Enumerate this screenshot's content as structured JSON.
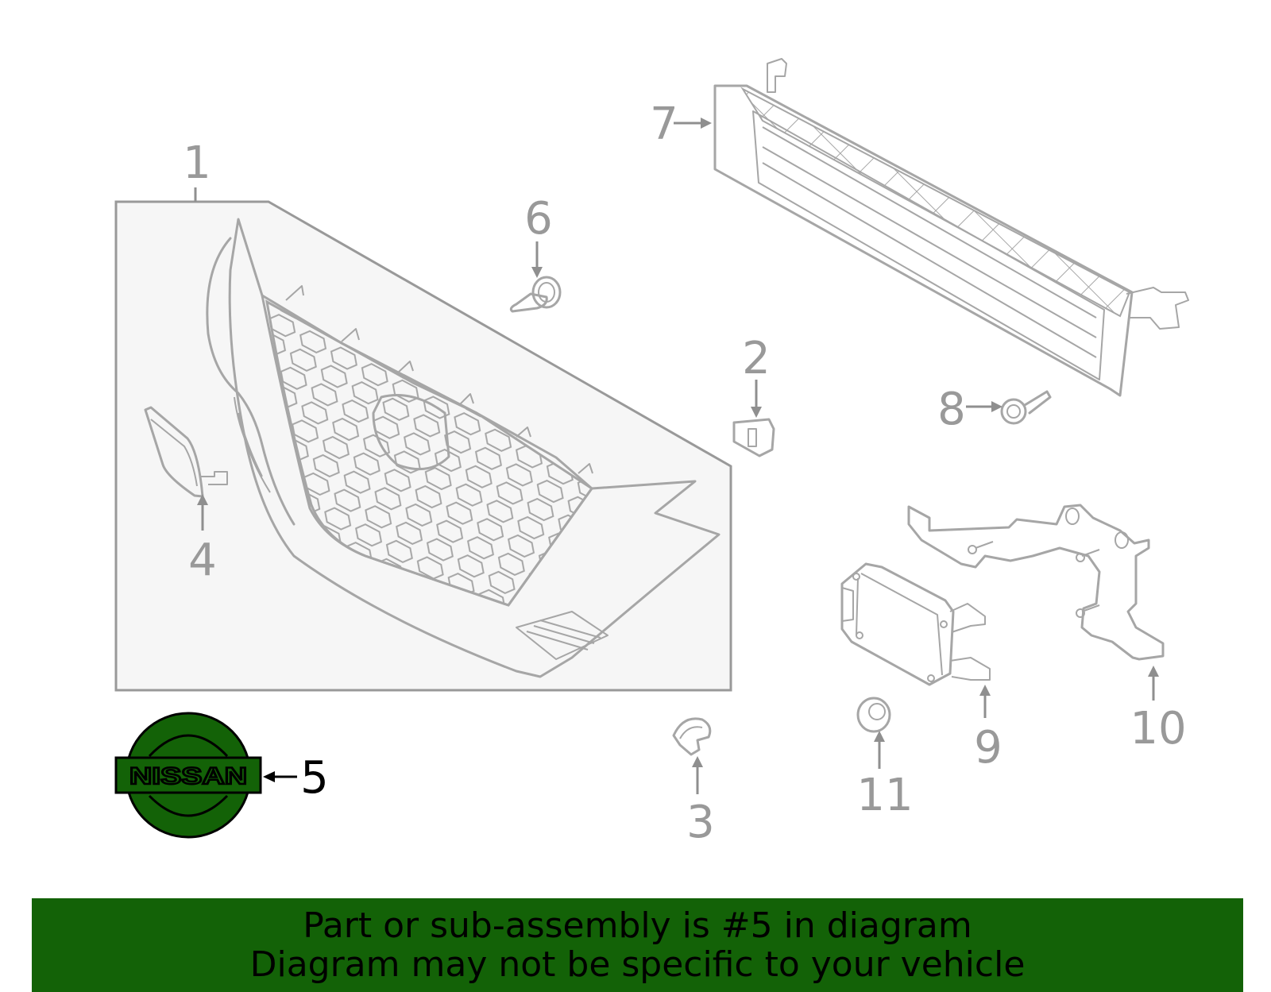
{
  "diagram": {
    "callouts": [
      "1",
      "2",
      "3",
      "4",
      "5",
      "6",
      "7",
      "8",
      "9",
      "10",
      "11"
    ],
    "highlighted_part": "5",
    "emblem_text": "NISSAN",
    "colors": {
      "highlight": "#136207",
      "line_art": "#a6a6a6",
      "callout_text": "#999999",
      "panel_fill": "#f6f6f6"
    }
  },
  "banner": {
    "line1": "Part or sub-assembly is #5 in diagram",
    "line2": "Diagram may not be specific to your vehicle"
  }
}
